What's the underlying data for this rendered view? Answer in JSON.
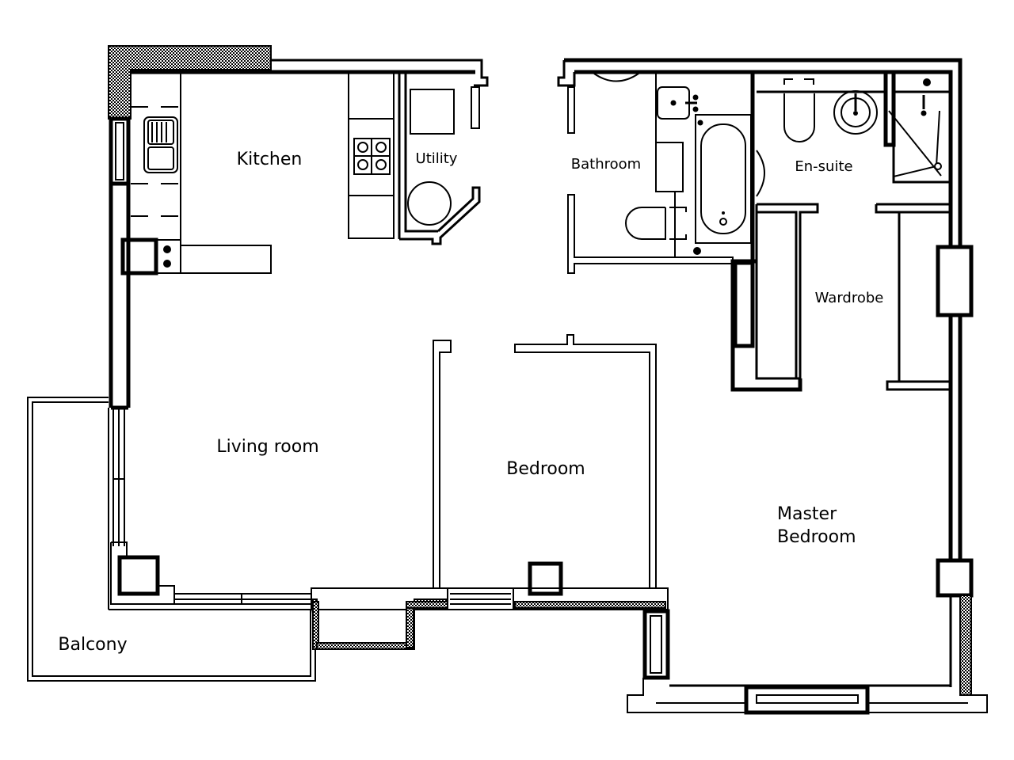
{
  "plan": {
    "rooms": {
      "kitchen": "Kitchen",
      "utility": "Utility",
      "bathroom": "Bathroom",
      "ensuite": "En-suite",
      "wardrobe": "Wardrobe",
      "living_room": "Living room",
      "bedroom": "Bedroom",
      "master_bedroom_line1": "Master",
      "master_bedroom_line2": "Bedroom",
      "balcony": "Balcony"
    },
    "colors": {
      "line": "#000000",
      "background": "#ffffff"
    }
  }
}
